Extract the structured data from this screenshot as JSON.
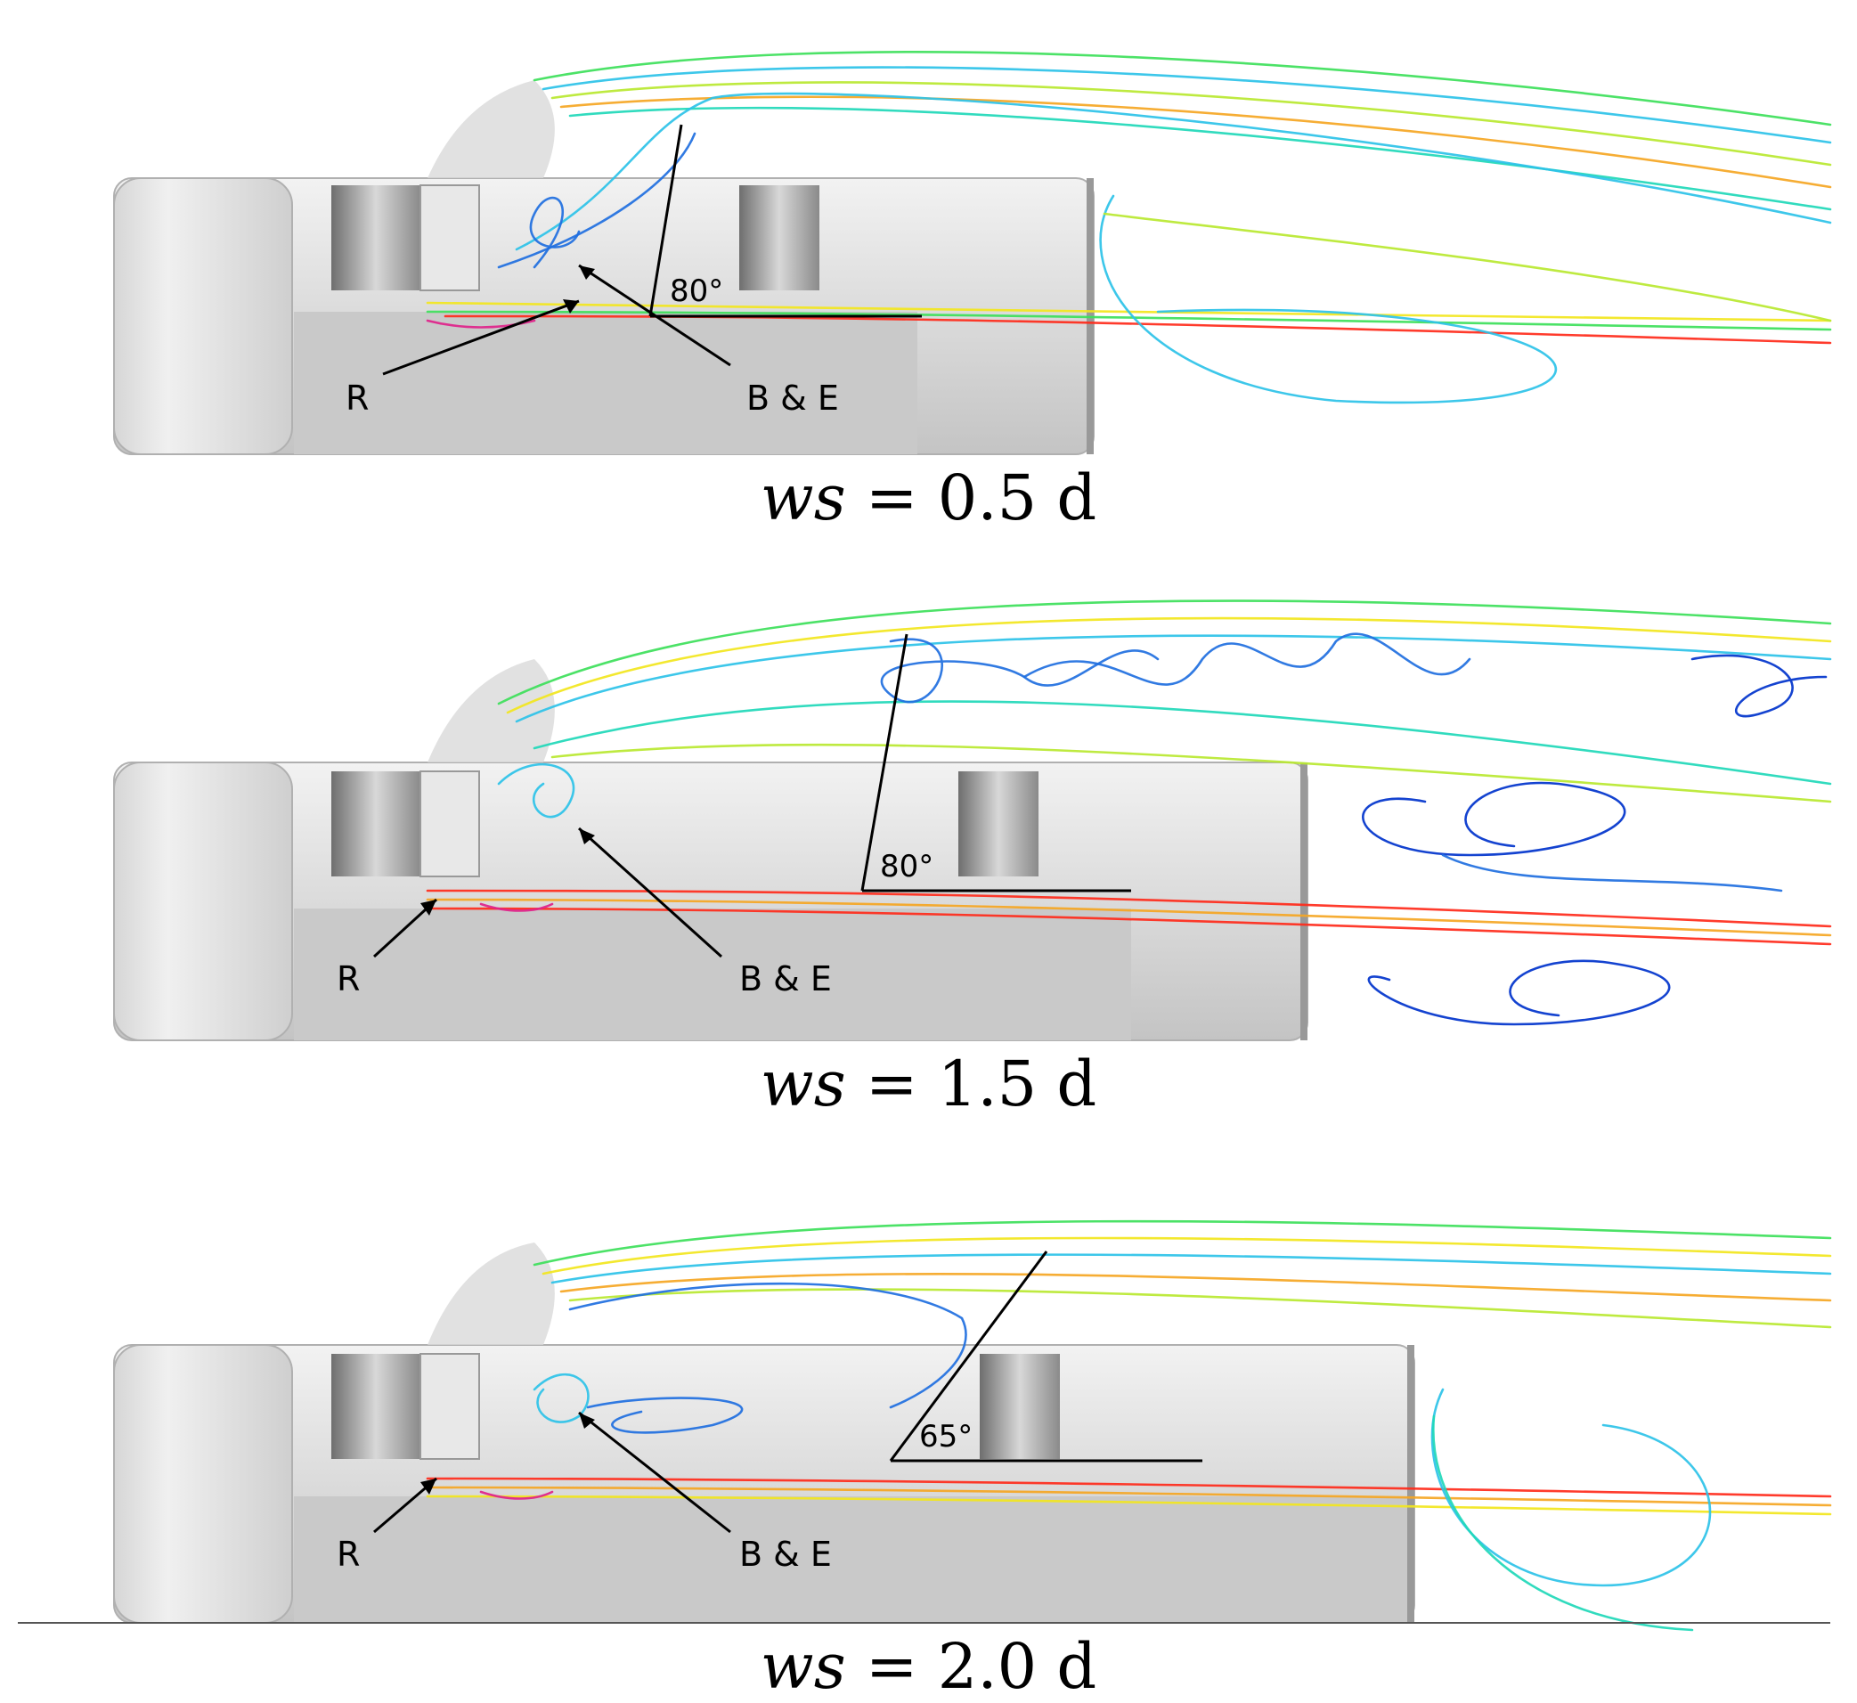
{
  "colors": {
    "background": "#ffffff",
    "body_light": "#e6e6e6",
    "body_mid": "#c8c8c8",
    "body_dark": "#9a9a9a",
    "annotation": "#000000",
    "flow_palette": [
      "#0033cc",
      "#1f6fe0",
      "#2cc2e8",
      "#20d8b8",
      "#3de05a",
      "#b8e830",
      "#f2e61d",
      "#f5a623",
      "#ff2a1a",
      "#e0228a"
    ]
  },
  "panels": [
    {
      "caption_var": "ws",
      "caption_rest": " = 0.5 d",
      "label_r": "R",
      "label_be": "B & E",
      "angle": "80°"
    },
    {
      "caption_var": "ws",
      "caption_rest": " = 1.5 d",
      "label_r": "R",
      "label_be": "B & E",
      "angle": "80°"
    },
    {
      "caption_var": "ws",
      "caption_rest": " = 2.0 d",
      "label_r": "R",
      "label_be": "B & E",
      "angle": "65°"
    }
  ]
}
